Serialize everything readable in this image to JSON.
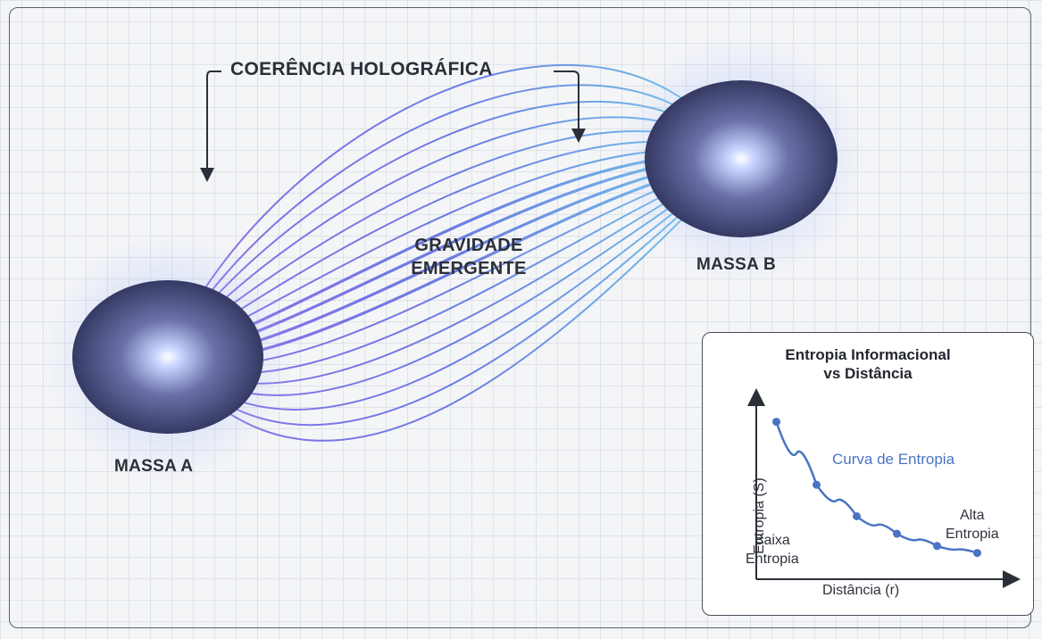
{
  "diagram": {
    "title": "COERÊNCIA HOLOGRÁFICA",
    "center_label": [
      "GRAVIDADE",
      "EMERGENTE"
    ],
    "mass_a": "MASSA A",
    "mass_b": "MASSA B",
    "colors": {
      "field_blue": "#5566e0",
      "field_cyan": "#5cc8e8",
      "sphere": "#5b6290"
    }
  },
  "inset": {
    "title_line1": "Entropia Informacional",
    "title_line2": "vs Distância",
    "curve_label": "Curva de Entropia",
    "low_label": [
      "Baixa",
      "Entropia"
    ],
    "high_label": [
      "Alta",
      "Entropia"
    ],
    "xlabel": "Distância (r)",
    "ylabel": "Entropia (S)"
  },
  "chart_data": {
    "type": "line",
    "title": "Entropia Informacional vs Distância",
    "xlabel": "Distância (r)",
    "ylabel": "Entropia (S)",
    "series": [
      {
        "name": "Curva de Entropia",
        "x": [
          1,
          2,
          3,
          4,
          5,
          6
        ],
        "y": [
          9.0,
          5.4,
          3.6,
          2.6,
          1.9,
          1.5
        ]
      }
    ],
    "xlim": [
      0.5,
      6.5
    ],
    "ylim": [
      0,
      10
    ],
    "color": "#4a74c2",
    "grid": false
  }
}
